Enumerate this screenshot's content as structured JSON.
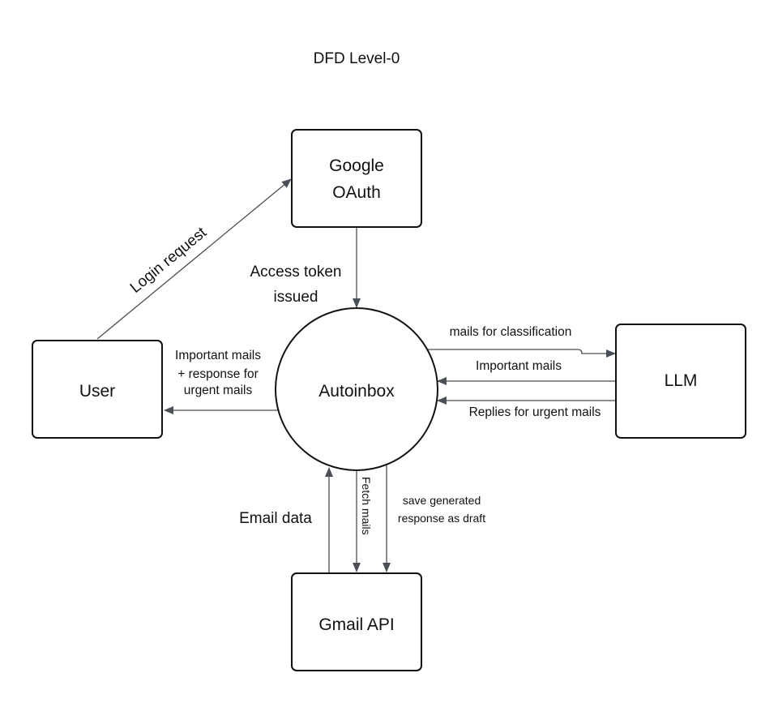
{
  "title": "DFD Level-0",
  "nodes": {
    "google_oauth": {
      "lines": [
        "Google",
        "OAuth"
      ]
    },
    "user": {
      "lines": [
        "User"
      ]
    },
    "autoinbox": {
      "lines": [
        "Autoinbox"
      ]
    },
    "llm": {
      "lines": [
        "LLM"
      ]
    },
    "gmail_api": {
      "lines": [
        "Gmail API"
      ]
    }
  },
  "flows": {
    "login_request": {
      "lines": [
        "Login request"
      ]
    },
    "access_token": {
      "lines": [
        "Access token",
        "issued"
      ]
    },
    "important_to_user": {
      "lines": [
        "Important mails",
        "+ response for",
        "urgent mails"
      ]
    },
    "mails_for_classification": {
      "lines": [
        "mails for classification"
      ]
    },
    "important_mails_llm": {
      "lines": [
        "Important mails"
      ]
    },
    "replies_urgent": {
      "lines": [
        "Replies for urgent mails"
      ]
    },
    "email_data": {
      "lines": [
        "Email data"
      ]
    },
    "fetch_mails": {
      "lines": [
        "Fetch mails"
      ]
    },
    "save_draft": {
      "lines": [
        "save generated",
        "response as draft"
      ]
    }
  }
}
